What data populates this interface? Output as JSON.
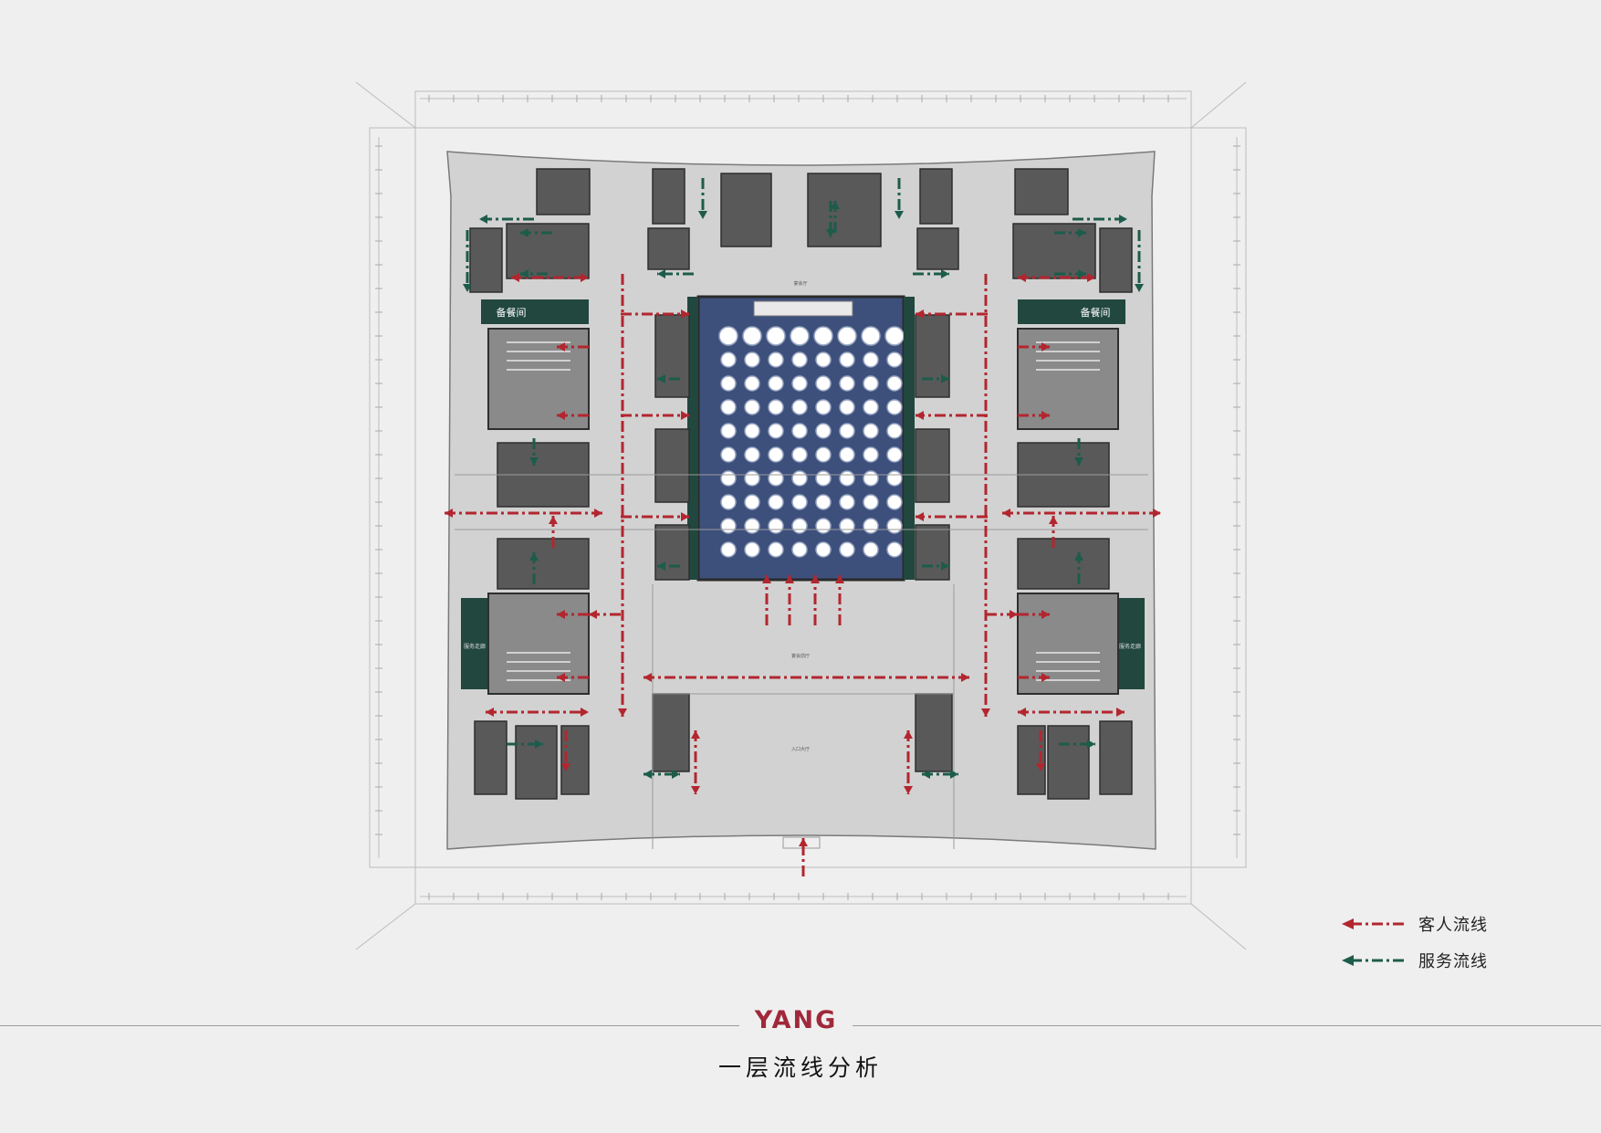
{
  "legend": {
    "guest_flow": {
      "label": "客人流线",
      "color": "#b3262f"
    },
    "service_flow": {
      "label": "服务流线",
      "color": "#1d5c4a"
    }
  },
  "brand": {
    "logo_text": "YANG"
  },
  "page_title": "一层流线分析",
  "plan_labels": {
    "banquet_hall": "宴会厅",
    "private_dining_left": "备餐间",
    "private_dining_right": "备餐间",
    "service_corridor_left": "服务走廊",
    "service_corridor_right": "服务走廊",
    "lobby": "宴会前厅",
    "entrance_hall": "入口大厅"
  },
  "colors": {
    "floor": "#cfcfcf",
    "wall": "#4a4a4a",
    "hall_carpet": "#3b4f7a",
    "service_area": "#21473e",
    "table": "#ffffff"
  }
}
